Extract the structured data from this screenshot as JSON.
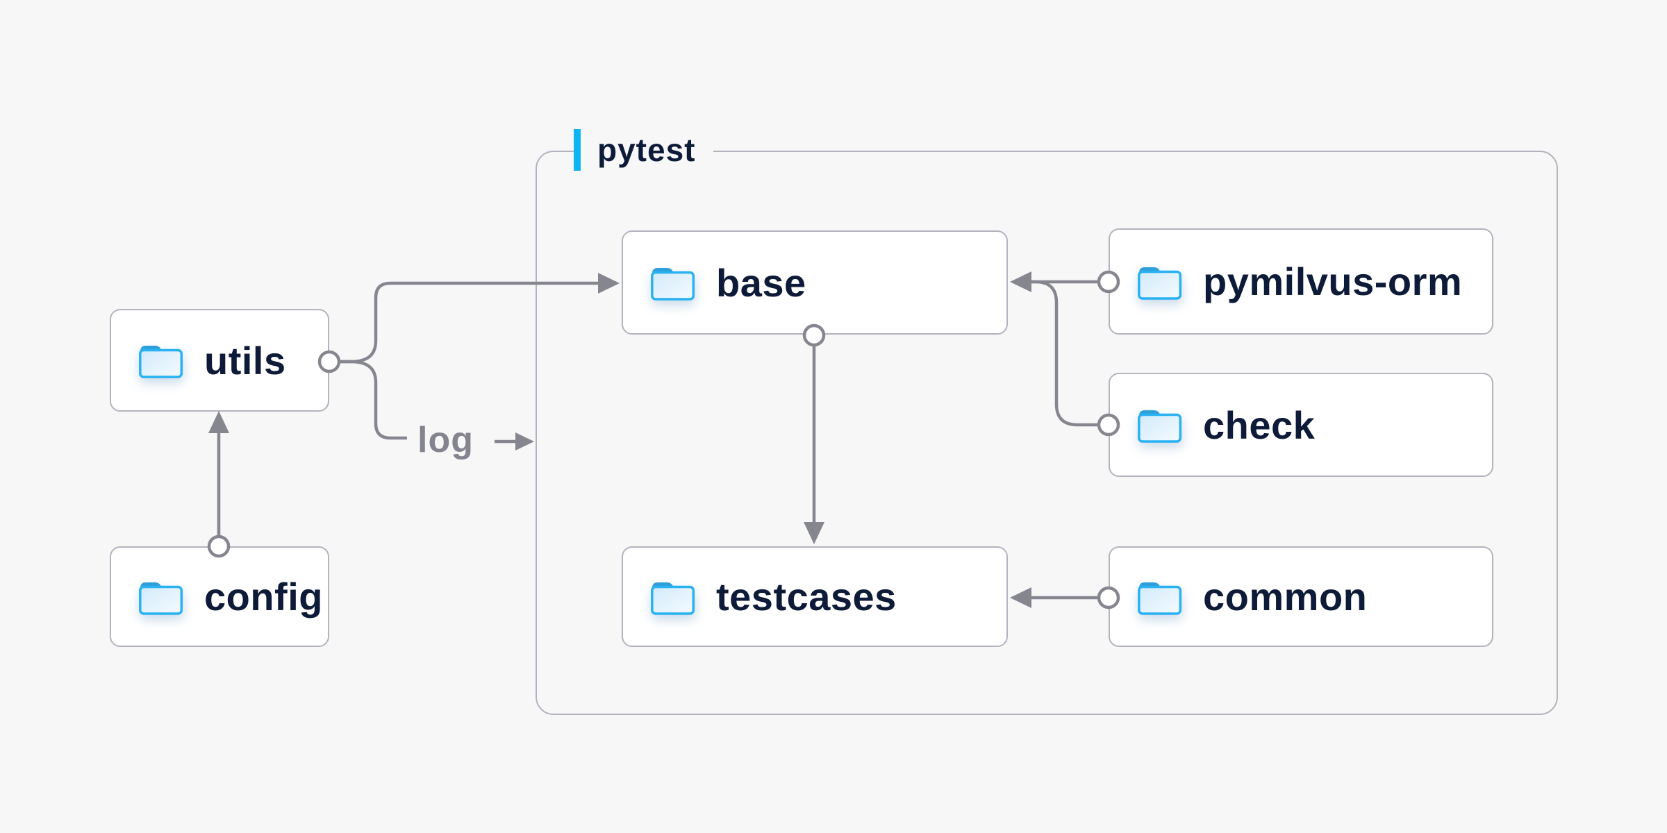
{
  "diagram": {
    "group": {
      "label": "pytest"
    },
    "nodes": {
      "utils": {
        "label": "utils",
        "icon": "folder-icon"
      },
      "config": {
        "label": "config",
        "icon": "folder-icon"
      },
      "base": {
        "label": "base",
        "icon": "folder-icon"
      },
      "pymilvus_orm": {
        "label": "pymilvus-orm",
        "icon": "folder-icon"
      },
      "check": {
        "label": "check",
        "icon": "folder-icon"
      },
      "testcases": {
        "label": "testcases",
        "icon": "folder-icon"
      },
      "common": {
        "label": "common",
        "icon": "folder-icon"
      }
    },
    "edges": [
      {
        "from": "config",
        "to": "utils"
      },
      {
        "from": "utils",
        "to": "base"
      },
      {
        "from": "utils",
        "to": "pytest",
        "label": "log"
      },
      {
        "from": "base",
        "to": "testcases"
      },
      {
        "from": "pymilvus-orm",
        "to": "base"
      },
      {
        "from": "check",
        "to": "base"
      },
      {
        "from": "common",
        "to": "testcases"
      }
    ],
    "colors": {
      "background": "#f7f7f8",
      "node_background": "#ffffff",
      "border_gray": "#b3b3bd",
      "connector_gray": "#86868f",
      "text_navy": "#0d1a38",
      "muted_text": "#84848e",
      "accent_cyan": "#0fb4f2",
      "folder_stroke": "#29b1f2",
      "folder_tab": "#2f9fda",
      "folder_fill_light": "#d5ecfa"
    }
  }
}
